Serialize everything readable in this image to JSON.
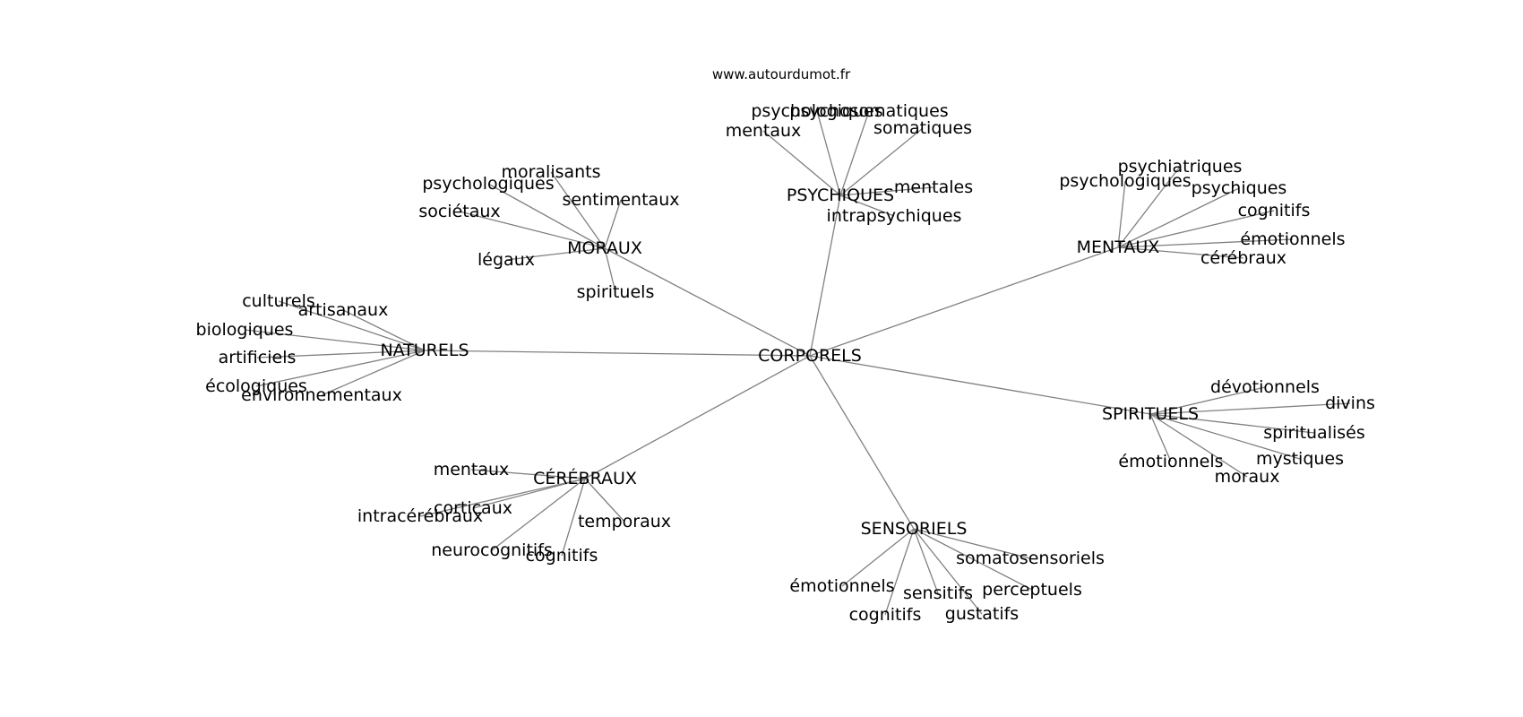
{
  "watermark": "www.autourdumot.fr",
  "colors": {
    "edge": "#808080",
    "text": "#000000",
    "background": "#ffffff"
  },
  "center": "CORPORELS",
  "hubs": [
    {
      "label": "PSYCHIQUES",
      "words": [
        "psychologiques",
        "psychosomatiques",
        "mentaux",
        "somatiques",
        "mentales",
        "intrapsychiques"
      ]
    },
    {
      "label": "MORAUX",
      "words": [
        "moralisants",
        "psychologiques",
        "sentimentaux",
        "sociétaux",
        "légaux",
        "spirituels"
      ]
    },
    {
      "label": "MENTAUX",
      "words": [
        "psychiatriques",
        "psychologiques",
        "psychiques",
        "cognitifs",
        "émotionnels",
        "cérébraux"
      ]
    },
    {
      "label": "NATURELS",
      "words": [
        "culturels",
        "artisanaux",
        "biologiques",
        "artificiels",
        "écologiques",
        "environnementaux"
      ]
    },
    {
      "label": "SPIRITUELS",
      "words": [
        "dévotionnels",
        "divins",
        "spiritualisés",
        "mystiques",
        "émotionnels",
        "moraux"
      ]
    },
    {
      "label": "CÉRÉBRAUX",
      "words": [
        "mentaux",
        "corticaux",
        "intracérébraux",
        "temporaux",
        "neurocognitifs",
        "cognitifs"
      ]
    },
    {
      "label": "SENSORIELS",
      "words": [
        "somatosensoriels",
        "émotionnels",
        "sensitifs",
        "perceptuels",
        "cognitifs",
        "gustatifs"
      ]
    }
  ]
}
